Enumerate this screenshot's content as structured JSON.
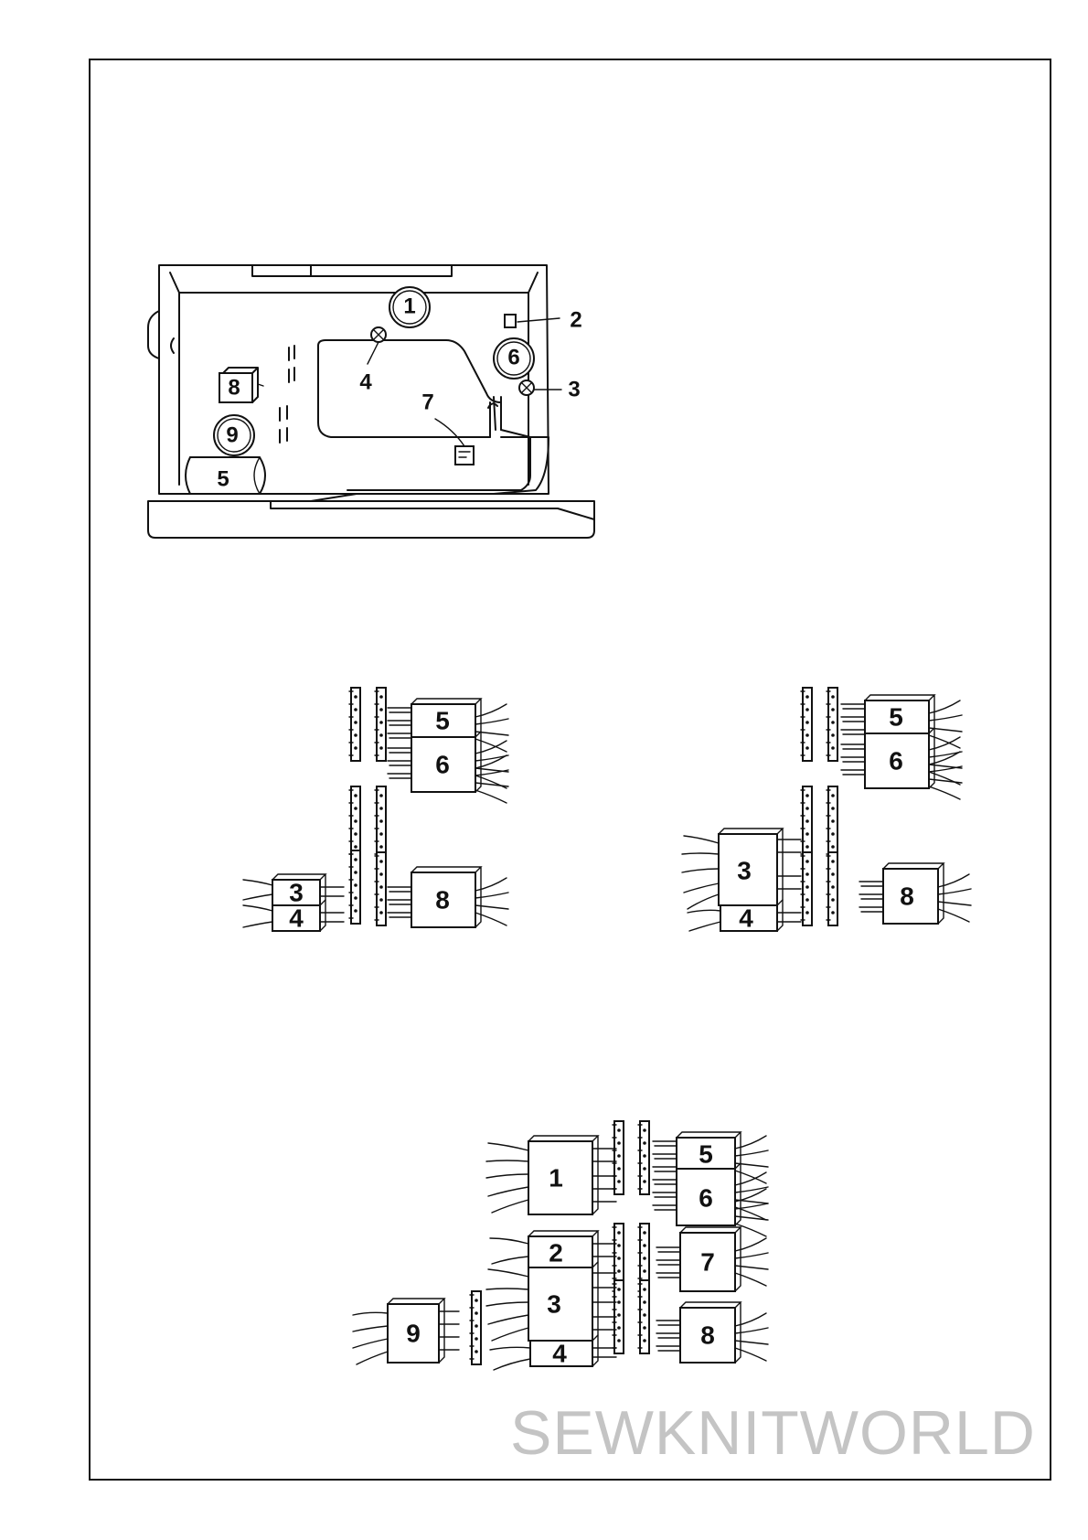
{
  "machine_diagram": {
    "callouts": {
      "c1": "1",
      "c2": "2",
      "c3": "3",
      "c4": "4",
      "c5": "5",
      "c6": "6",
      "c7": "7",
      "c8": "8",
      "c9": "9"
    }
  },
  "connector_diagram_a": {
    "plugs": [
      "5",
      "6",
      "8",
      "3",
      "4"
    ]
  },
  "connector_diagram_b": {
    "plugs": [
      "5",
      "6",
      "3",
      "8",
      "4"
    ]
  },
  "connector_diagram_c": {
    "plugs": [
      "1",
      "5",
      "6",
      "2",
      "7",
      "3",
      "8",
      "9",
      "4"
    ]
  },
  "watermark": "SEWKNITWORLD"
}
